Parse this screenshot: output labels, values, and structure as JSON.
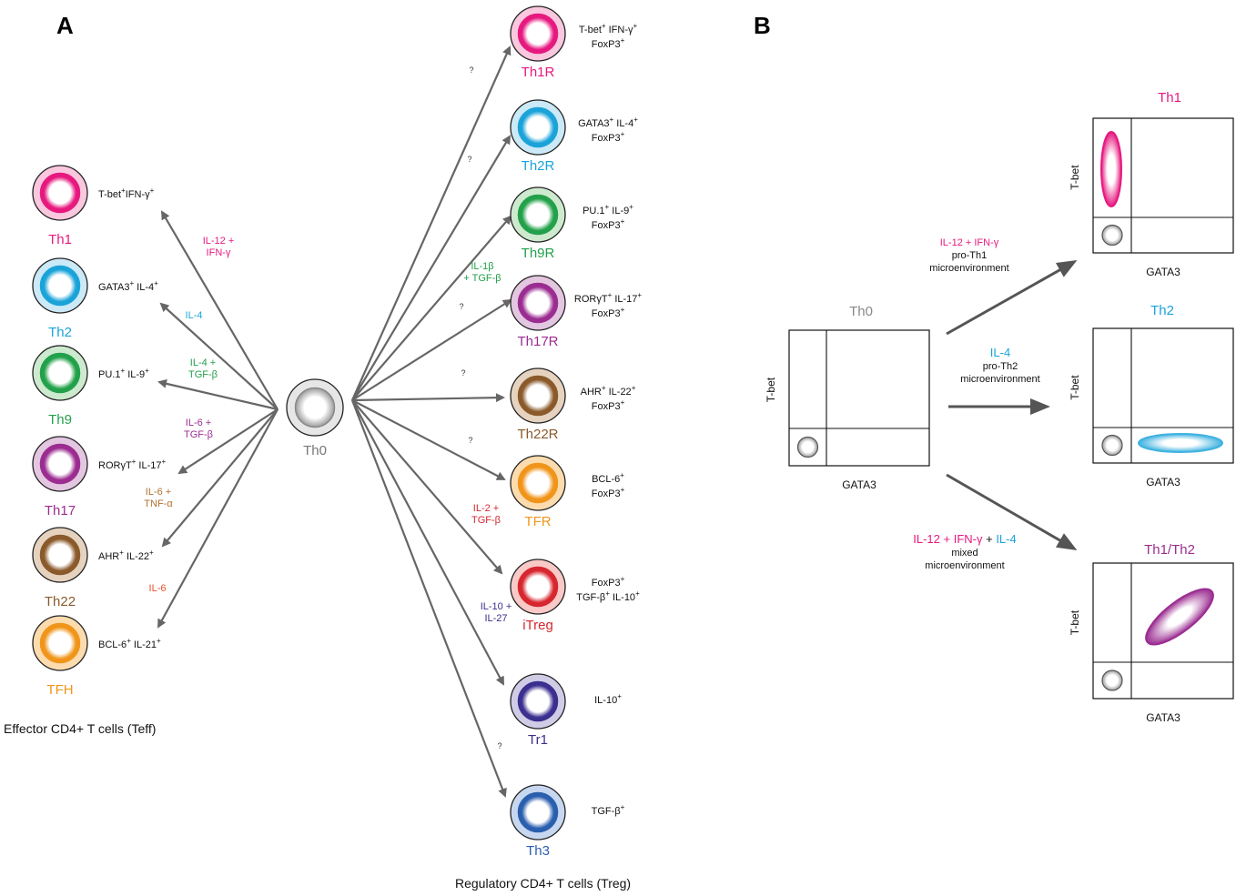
{
  "panel_a": {
    "label": "A",
    "center": {
      "name": "Th0"
    },
    "effector_caption": "Effector CD4+ T cells (Teff)",
    "regulatory_caption": "Regulatory CD4+ T cells (Treg)",
    "effectors": [
      {
        "name": "Th1",
        "color": "#e6197f",
        "fill": "#f9c7de",
        "marker": [
          [
            "T-bet",
            ""
          ],
          [
            "+",
            "sup"
          ],
          [
            "IFN-γ",
            ""
          ],
          [
            "+",
            "sup"
          ]
        ],
        "cytokine": [
          "IL-12 +",
          "IFN-γ"
        ],
        "cytokine_color": "#e6197f"
      },
      {
        "name": "Th2",
        "color": "#1aa3d9",
        "fill": "#cbe9f7",
        "marker": [
          [
            "GATA3",
            ""
          ],
          [
            "+",
            "sup"
          ],
          [
            " IL-4",
            ""
          ],
          [
            "+",
            "sup"
          ]
        ],
        "cytokine": [
          "IL-4"
        ],
        "cytokine_color": "#1aa3d9"
      },
      {
        "name": "Th9",
        "color": "#22a14a",
        "fill": "#cdeacf",
        "marker": [
          [
            "PU.1",
            ""
          ],
          [
            "+",
            "sup"
          ],
          [
            " IL-9",
            ""
          ],
          [
            "+",
            "sup"
          ]
        ],
        "cytokine": [
          "IL-4 +",
          "TGF-β"
        ],
        "cytokine_color": "#22a14a"
      },
      {
        "name": "Th17",
        "color": "#9b2d91",
        "fill": "#e3c6e0",
        "marker": [
          [
            "RORγT",
            ""
          ],
          [
            "+",
            "sup"
          ],
          [
            " IL-17",
            ""
          ],
          [
            "+",
            "sup"
          ]
        ],
        "cytokine": [
          "IL-6 +",
          "TGF-β"
        ],
        "cytokine_color": "#9b2d91"
      },
      {
        "name": "Th22",
        "color": "#8a5a2b",
        "fill": "#e6d3bf",
        "marker": [
          [
            "AHR",
            ""
          ],
          [
            "+",
            "sup"
          ],
          [
            " IL-22",
            ""
          ],
          [
            "+",
            "sup"
          ]
        ],
        "cytokine": [
          "IL-6 +",
          "TNF-α"
        ],
        "cytokine_color": "#b07030"
      },
      {
        "name": "TFH",
        "color": "#f0951a",
        "fill": "#fcdcae",
        "marker": [
          [
            "BCL-6",
            ""
          ],
          [
            "+",
            "sup"
          ],
          [
            " IL-21",
            ""
          ],
          [
            "+",
            "sup"
          ]
        ],
        "cytokine": [
          "IL-6"
        ],
        "cytokine_color": "#e8502a"
      }
    ],
    "regulatory": [
      {
        "name": "Th1R",
        "color": "#e6197f",
        "fill": "#f9c7de",
        "marker1": [
          [
            "T-bet",
            ""
          ],
          [
            "+",
            "sup"
          ],
          [
            " IFN-γ",
            ""
          ],
          [
            "+",
            "sup"
          ]
        ],
        "marker2": [
          [
            "FoxP3",
            ""
          ],
          [
            "+",
            "sup"
          ]
        ],
        "cytokine": [
          "?"
        ],
        "cytokine_color": "#333333"
      },
      {
        "name": "Th2R",
        "color": "#1aa3d9",
        "fill": "#cbe9f7",
        "marker1": [
          [
            "GATA3",
            ""
          ],
          [
            "+",
            "sup"
          ],
          [
            " IL-4",
            ""
          ],
          [
            "+",
            "sup"
          ]
        ],
        "marker2": [
          [
            "FoxP3",
            ""
          ],
          [
            "+",
            "sup"
          ]
        ],
        "cytokine": [
          "?"
        ],
        "cytokine_color": "#333333"
      },
      {
        "name": "Th9R",
        "color": "#22a14a",
        "fill": "#cdeacf",
        "marker1": [
          [
            "PU.1",
            ""
          ],
          [
            "+",
            "sup"
          ],
          [
            " IL-9",
            ""
          ],
          [
            "+",
            "sup"
          ]
        ],
        "marker2": [
          [
            "FoxP3",
            ""
          ],
          [
            "+",
            "sup"
          ]
        ],
        "cytokine": [
          "IL-1β",
          "+ TGF-β"
        ],
        "cytokine_color": "#22a14a"
      },
      {
        "name": "Th17R",
        "color": "#9b2d91",
        "fill": "#e3c6e0",
        "marker1": [
          [
            "RORγT",
            ""
          ],
          [
            "+",
            "sup"
          ],
          [
            " IL-17",
            ""
          ],
          [
            "+",
            "sup"
          ]
        ],
        "marker2": [
          [
            "FoxP3",
            ""
          ],
          [
            "+",
            "sup"
          ]
        ],
        "cytokine": [
          "?"
        ],
        "cytokine_color": "#333333"
      },
      {
        "name": "Th22R",
        "color": "#8a5a2b",
        "fill": "#e6d3bf",
        "marker1": [
          [
            "AHR",
            ""
          ],
          [
            "+",
            "sup"
          ],
          [
            " IL-22",
            ""
          ],
          [
            "+",
            "sup"
          ]
        ],
        "marker2": [
          [
            "FoxP3",
            ""
          ],
          [
            "+",
            "sup"
          ]
        ],
        "cytokine": [
          "?"
        ],
        "cytokine_color": "#333333"
      },
      {
        "name": "TFR",
        "color": "#f0951a",
        "fill": "#fcdcae",
        "marker1": [
          [
            "BCL-6",
            ""
          ],
          [
            "+",
            "sup"
          ]
        ],
        "marker2": [
          [
            "FoxP3",
            ""
          ],
          [
            "+",
            "sup"
          ]
        ],
        "cytokine": [
          "?"
        ],
        "cytokine_color": "#333333"
      },
      {
        "name": "iTreg",
        "color": "#d7262e",
        "fill": "#f8c9c6",
        "marker1": [
          [
            "FoxP3",
            ""
          ],
          [
            "+",
            "sup"
          ]
        ],
        "marker2": [
          [
            "TGF-β",
            ""
          ],
          [
            "+",
            "sup"
          ],
          [
            " IL-10",
            ""
          ],
          [
            "+",
            "sup"
          ]
        ],
        "cytokine": [
          "IL-2 +",
          "TGF-β"
        ],
        "cytokine_color": "#d7262e"
      },
      {
        "name": "Tr1",
        "color": "#3b2f8f",
        "fill": "#d0cce6",
        "marker1": [
          [
            "IL-10",
            ""
          ],
          [
            "+",
            "sup"
          ]
        ],
        "marker2": [],
        "cytokine": [
          "IL-10 +",
          "IL-27"
        ],
        "cytokine_color": "#3b2f8f"
      },
      {
        "name": "Th3",
        "color": "#2a5fae",
        "fill": "#c7d7ef",
        "marker1": [
          [
            "TGF-β",
            ""
          ],
          [
            "+",
            "sup"
          ]
        ],
        "marker2": [],
        "cytokine": [
          "?"
        ],
        "cytokine_color": "#333333"
      }
    ]
  },
  "panel_b": {
    "label": "B",
    "plots": [
      {
        "title": "Th0",
        "title_color": "#888888",
        "ylabel": "T-bet",
        "xlabel": "GATA3",
        "population": "none"
      },
      {
        "title": "Th1",
        "title_color": "#e6197f",
        "ylabel": "T-bet",
        "xlabel": "GATA3",
        "population": "tbet-high"
      },
      {
        "title": "Th2",
        "title_color": "#1aa3d9",
        "ylabel": "T-bet",
        "xlabel": "GATA3",
        "population": "gata3-high"
      },
      {
        "title": "Th1/Th2",
        "title_color": "#9b2d91",
        "ylabel": "T-bet",
        "xlabel": "GATA3",
        "population": "double-positive"
      }
    ],
    "environments": [
      {
        "lines": [
          [
            [
              "IL-12 + IFN-γ",
              "#e6197f"
            ]
          ],
          [
            [
              "pro-Th1",
              "#111111"
            ]
          ],
          [
            [
              "microenvironment",
              "#111111"
            ]
          ]
        ]
      },
      {
        "lines": [
          [
            [
              "IL-4",
              "#1aa3d9"
            ]
          ],
          [
            [
              "pro-Th2",
              "#111111"
            ]
          ],
          [
            [
              "microenvironment",
              "#111111"
            ]
          ]
        ]
      },
      {
        "lines": [
          [
            [
              "IL-12 + IFN-γ",
              "#e6197f"
            ],
            [
              " + ",
              "#111111"
            ],
            [
              "IL-4",
              "#1aa3d9"
            ]
          ],
          [
            [
              "mixed",
              "#111111"
            ]
          ],
          [
            [
              "microenvironment",
              "#111111"
            ]
          ]
        ]
      }
    ]
  }
}
